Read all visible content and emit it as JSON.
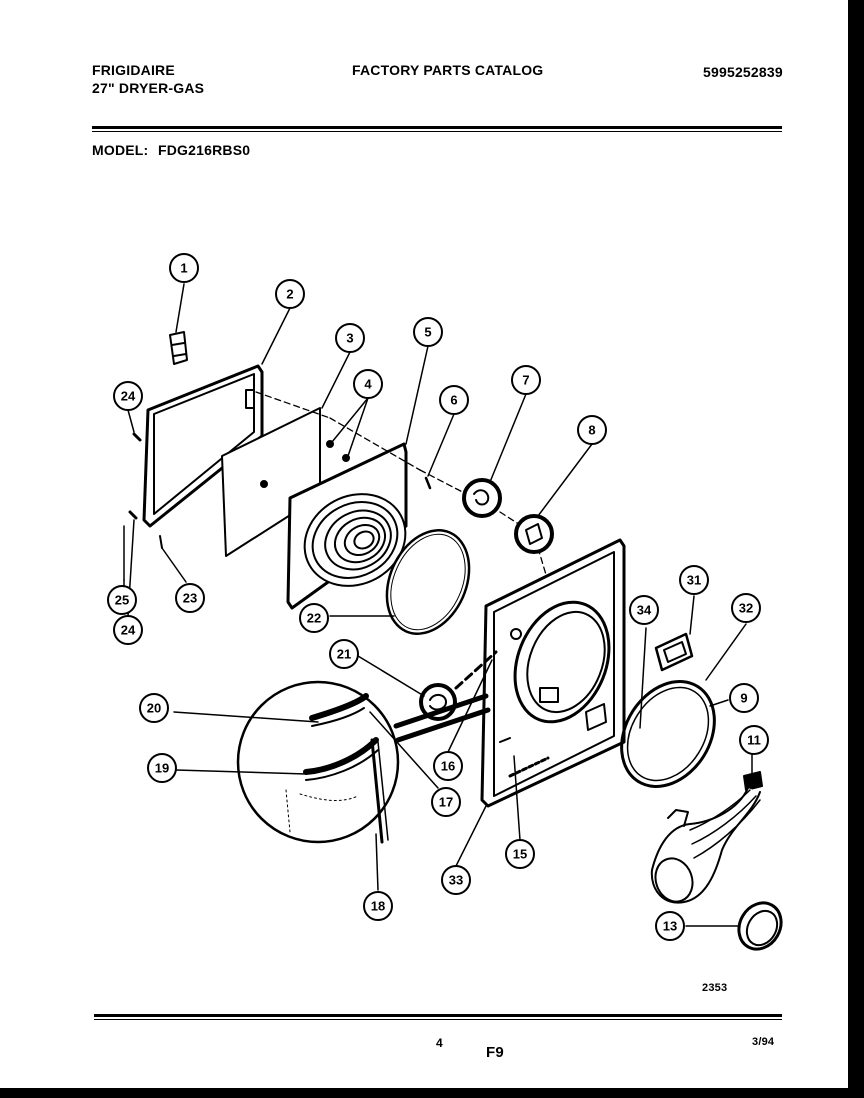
{
  "header": {
    "brand": "FRIGIDAIRE",
    "product": "27\" DRYER-GAS",
    "catalog_title": "FACTORY PARTS CATALOG",
    "catalog_number": "5995252839",
    "model_label": "MODEL:",
    "model_number": "FDG216RBS0"
  },
  "diagram": {
    "callouts": [
      "1",
      "2",
      "3",
      "4",
      "5",
      "6",
      "7",
      "8",
      "24",
      "25",
      "23",
      "22",
      "21",
      "20",
      "19",
      "18",
      "17",
      "16",
      "15",
      "33",
      "34",
      "31",
      "32",
      "9",
      "11",
      "13"
    ],
    "drawing_number": "2353"
  },
  "footer": {
    "page_number": "4",
    "figure": "F9",
    "date": "3/94"
  }
}
